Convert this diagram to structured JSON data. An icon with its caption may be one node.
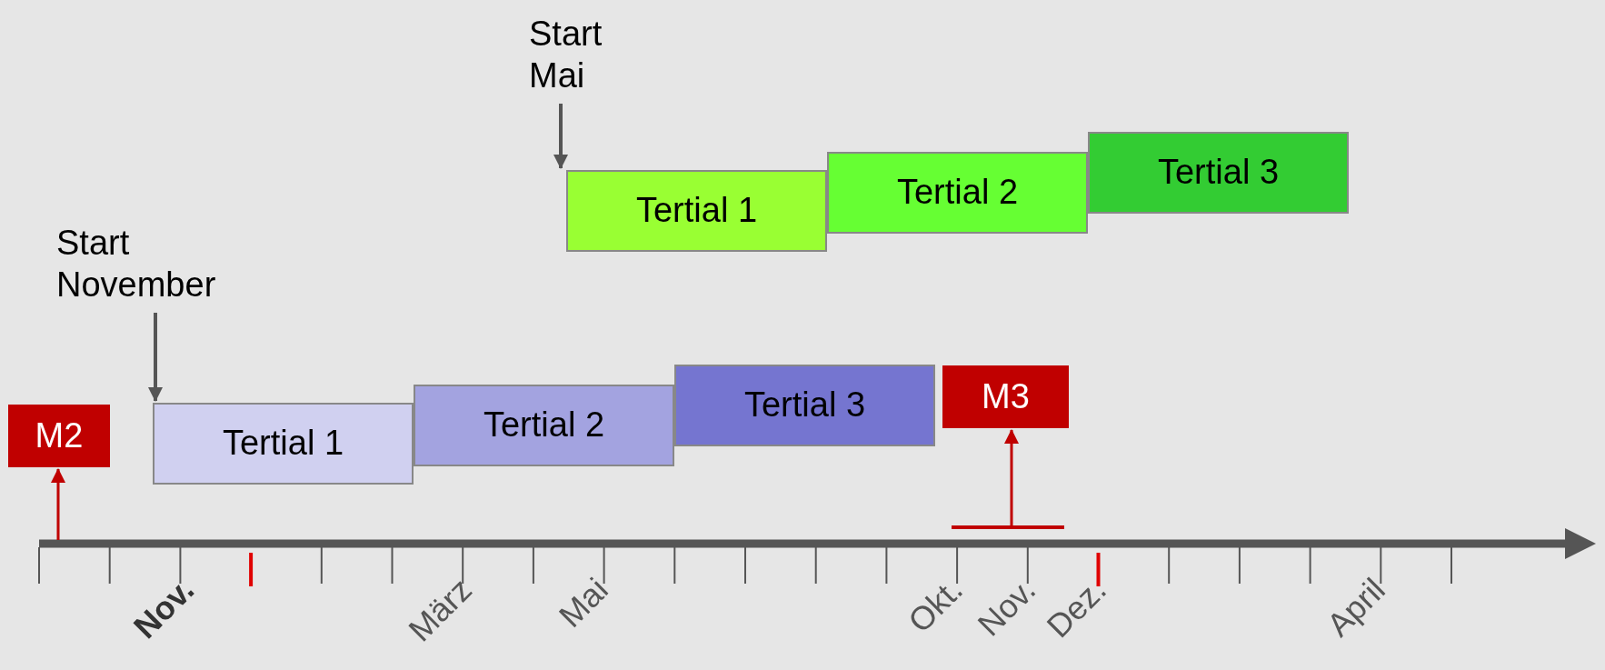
{
  "diagram": {
    "nodes": [
      {
        "text": [
          "Start Mai"
        ]
      },
      {
        "text": [
          "Tertial 1"
        ]
      },
      {
        "text": [
          "Tertial 2"
        ]
      },
      {
        "text": [
          "Tertial 3"
        ]
      },
      {
        "text": [
          "Start November"
        ]
      },
      {
        "text": [
          "Tertial 1"
        ]
      },
      {
        "text": [
          "Tertial 2"
        ]
      },
      {
        "text": [
          "Tertial 3"
        ]
      },
      {
        "text": [
          "M2"
        ]
      },
      {
        "text": [
          "M3"
        ]
      }
    ],
    "edges": [
      {
        "from": 0,
        "to": 1,
        "arrow": "to"
      },
      {
        "from": 4,
        "to": 5,
        "arrow": "to"
      },
      {
        "from": null,
        "to": 8,
        "arrow": "to",
        "color": "#c00000"
      },
      {
        "from": null,
        "to": 9,
        "arrow": "to",
        "color": "#c00000"
      }
    ],
    "labels": [
      "Nov.",
      "März",
      "Mai",
      "Okt.",
      "Nov.",
      "Dez.",
      "April"
    ]
  }
}
